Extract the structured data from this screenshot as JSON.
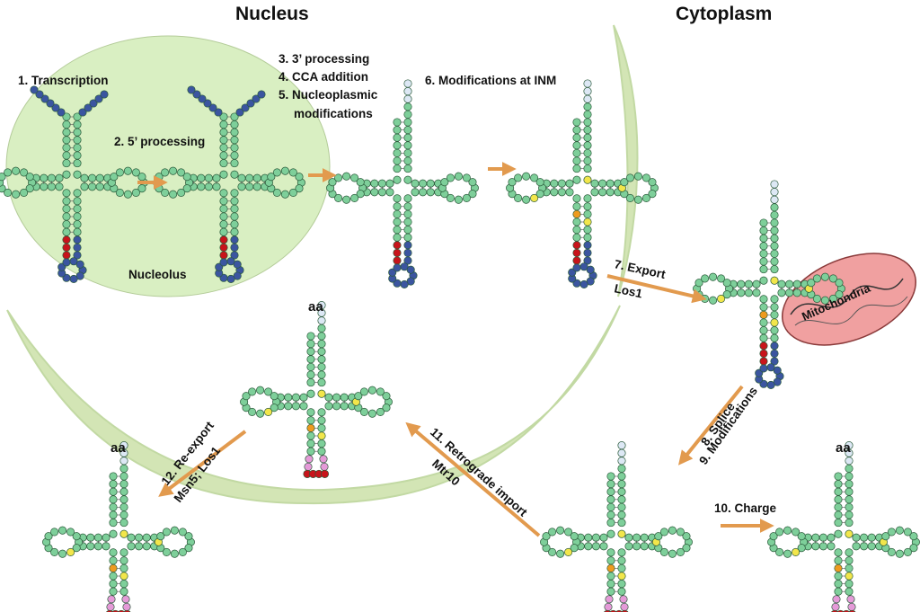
{
  "headers": {
    "nucleus": "Nucleus",
    "cytoplasm": "Cytoplasm"
  },
  "labels": {
    "transcription": "1.   Transcription",
    "five_prime": "2. 5’ processing",
    "three_prime": "3. 3’ processing",
    "cca": "4. CCA addition",
    "nucleoplasmic_1": "5. Nucleoplasmic",
    "nucleoplasmic_2": "modifications",
    "inm": "6. Modifications at INM",
    "export": "7. Export",
    "los1": "Los1",
    "splice": "8. Splice",
    "modifications": "9. Modifications",
    "charge": "10. Charge",
    "retrograde": "11. Retrograde import",
    "mtr10": "Mtr10",
    "reexport": "12. Re-export",
    "msn5_los1": "Msn5; Los1",
    "nucleolus": "Nucleolus",
    "mitochondria": "Mitochondria",
    "aa": "aa"
  },
  "colors": {
    "nucleolus_fill": "#d9efc2",
    "envelope": "#cfe3ad",
    "nucleotide": "#7ecf9a",
    "leader": "#3b55a0",
    "intron": "#c8141b",
    "modified": "#f2e64b",
    "orange_mod": "#ee9a1f",
    "cca": "#dde8f5",
    "anticodon_pink": "#e59ad8",
    "arrow": "#e29a4e",
    "mito_fill": "#f0a0a0"
  }
}
